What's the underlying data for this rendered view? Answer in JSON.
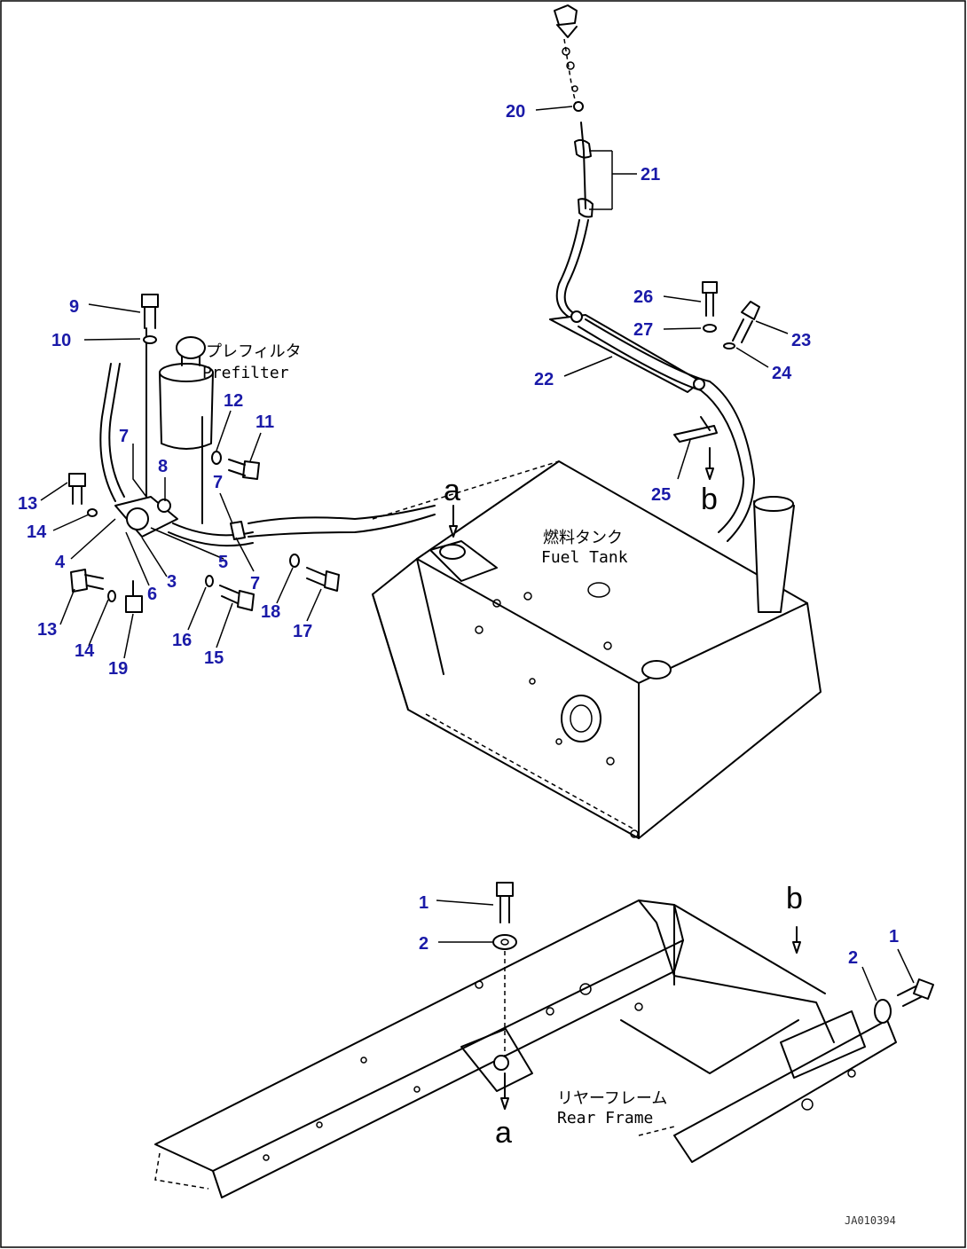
{
  "callouts": [
    {
      "id": "c20",
      "text": "20"
    },
    {
      "id": "c21",
      "text": "21"
    },
    {
      "id": "c26",
      "text": "26"
    },
    {
      "id": "c27",
      "text": "27"
    },
    {
      "id": "c23",
      "text": "23"
    },
    {
      "id": "c24",
      "text": "24"
    },
    {
      "id": "c22",
      "text": "22"
    },
    {
      "id": "c25",
      "text": "25"
    },
    {
      "id": "c9",
      "text": "9"
    },
    {
      "id": "c10",
      "text": "10"
    },
    {
      "id": "c12",
      "text": "12"
    },
    {
      "id": "c11",
      "text": "11"
    },
    {
      "id": "c7a",
      "text": "7"
    },
    {
      "id": "c8",
      "text": "8"
    },
    {
      "id": "c7b",
      "text": "7"
    },
    {
      "id": "c13a",
      "text": "13"
    },
    {
      "id": "c14a",
      "text": "14"
    },
    {
      "id": "c4",
      "text": "4"
    },
    {
      "id": "c6",
      "text": "6"
    },
    {
      "id": "c3",
      "text": "3"
    },
    {
      "id": "c5",
      "text": "5"
    },
    {
      "id": "c7c",
      "text": "7"
    },
    {
      "id": "c18",
      "text": "18"
    },
    {
      "id": "c17",
      "text": "17"
    },
    {
      "id": "c13b",
      "text": "13"
    },
    {
      "id": "c14b",
      "text": "14"
    },
    {
      "id": "c19",
      "text": "19"
    },
    {
      "id": "c16",
      "text": "16"
    },
    {
      "id": "c15",
      "text": "15"
    },
    {
      "id": "c1a",
      "text": "1"
    },
    {
      "id": "c2a",
      "text": "2"
    },
    {
      "id": "c1b",
      "text": "1"
    },
    {
      "id": "c2b",
      "text": "2"
    }
  ],
  "labels": {
    "prefilter_jp": "プレフィルタ",
    "prefilter_en": "Prefilter",
    "fueltank_jp": "燃料タンク",
    "fueltank_en": "Fuel Tank",
    "rearframe_jp": "リヤーフレーム",
    "rearframe_en": "Rear Frame",
    "ref_a_top": "a",
    "ref_b_top": "b",
    "ref_b_bottom": "b",
    "ref_a_bottom": "a",
    "drawing_code": "JA010394"
  },
  "colors": {
    "callout": "#1a1aa8",
    "linework": "#000000",
    "background": "#ffffff"
  }
}
